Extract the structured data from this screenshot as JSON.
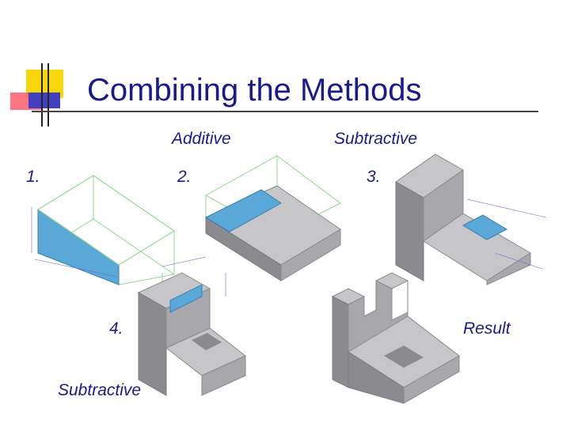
{
  "slide": {
    "title": "Combining the Methods",
    "headers": {
      "additive": "Additive",
      "subtractive": "Subtractive"
    },
    "steps": {
      "s1": "1.",
      "s2": "2.",
      "s3": "3.",
      "s4": "4."
    },
    "caption_step4": "Subtractive",
    "caption_result": "Result"
  },
  "colors": {
    "title_text": "#1a1a8c",
    "accent_yellow": "#f8d70a",
    "accent_red": "#ff5060",
    "accent_blue": "#3b3bbb",
    "solid_face_light": "#c6c6c9",
    "solid_face_mid": "#a8a8ac",
    "solid_face_dark": "#8a8a8f",
    "sketch_plane_blue": "#5aa8d8",
    "construction_green": "#8fd68f"
  },
  "icons": [
    "title-bullet-decoration"
  ]
}
